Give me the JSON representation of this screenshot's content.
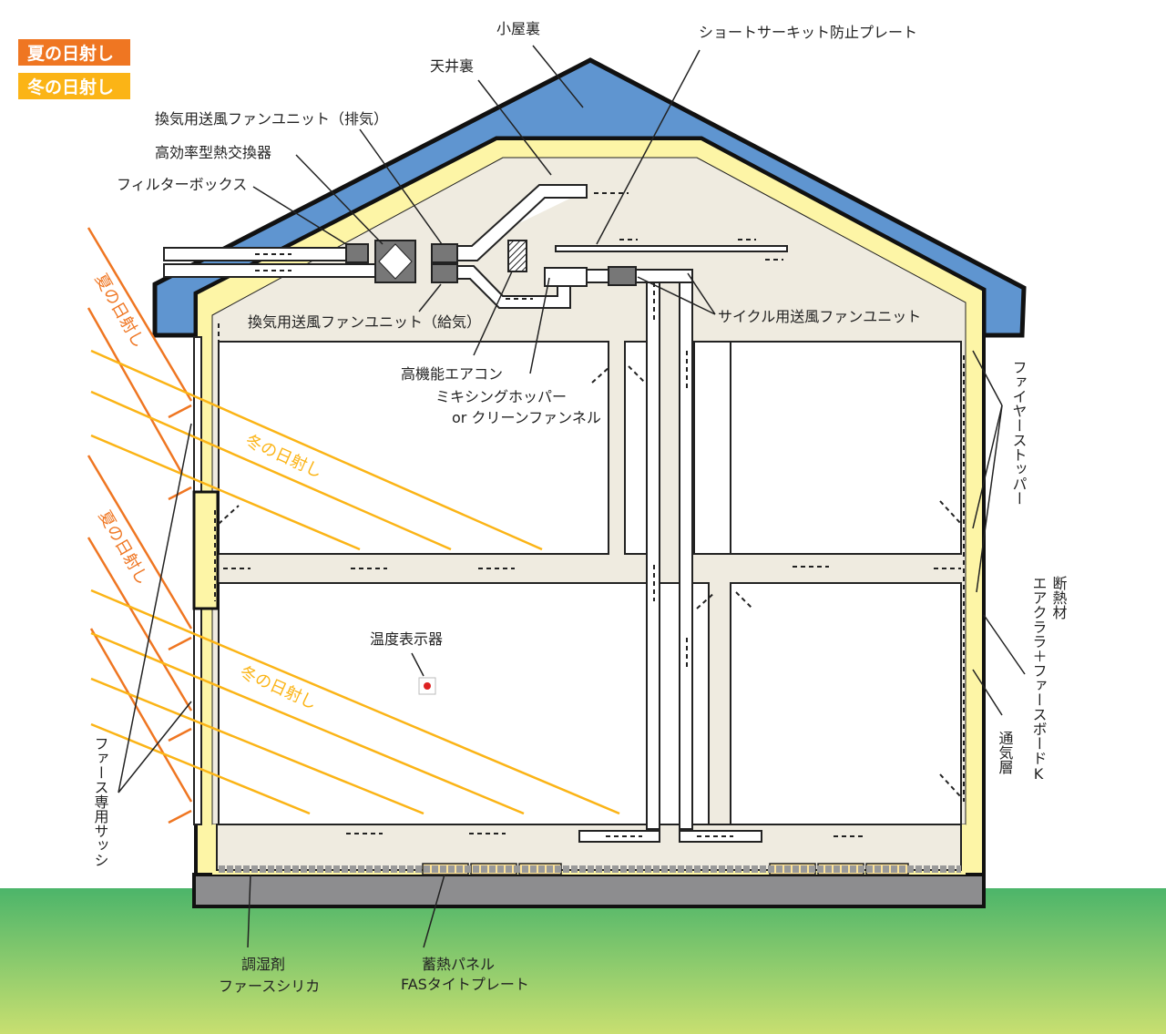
{
  "legend": {
    "summer": "夏の日射し",
    "winter": "冬の日射し",
    "summer_color": "#ef7622",
    "winter_color": "#fbb416"
  },
  "labels": {
    "attic_roof": "小屋裏",
    "ceiling_space": "天井裏",
    "short_circuit_plate": "ショートサーキット防止プレート",
    "exhaust_fan": "換気用送風ファンユニット（排気）",
    "heat_exchanger": "高効率型熱交換器",
    "filter_box": "フィルターボックス",
    "supply_fan": "換気用送風ファンユニット（給気）",
    "cycle_fan": "サイクル用送風ファンユニット",
    "aircon": "高機能エアコン",
    "mixing_hopper_1": "ミキシングホッパー",
    "mixing_hopper_2": "or クリーンファンネル",
    "fire_stopper": "ファイヤーストッパー",
    "insulation_1": "断熱材",
    "insulation_2": "エアクララ＋ファースボードK",
    "ventilation_layer": "通気層",
    "temp_display": "温度表示器",
    "sash": "ファース専用サッシ",
    "humidity_agent_1": "調湿剤",
    "humidity_agent_2": "ファースシリカ",
    "thermal_panel_1": "蓄熱パネル",
    "thermal_panel_2": "FASタイトプレート",
    "summer_sun_upper": "夏の日射し",
    "summer_sun_lower": "夏の日射し",
    "winter_sun_upper": "冬の日射し",
    "winter_sun_lower": "冬の日射し"
  },
  "colors": {
    "roof": "#5f95d0",
    "insulation": "#fdf5a6",
    "cavity": "#efebe0",
    "foundation": "#8d8d8f",
    "ground_top": "#4cb56a",
    "ground_bottom": "#c8df70"
  }
}
